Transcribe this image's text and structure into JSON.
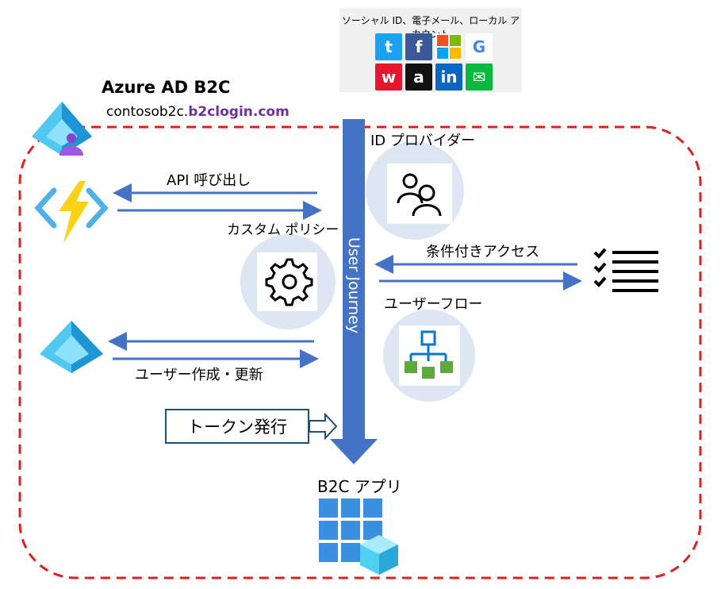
{
  "title": "Azure AD B2C",
  "domain_prefix": "contosob2c.",
  "domain_bold": "b2clogin.com",
  "social": {
    "title": "ソーシャル ID、電子メール、ローカル アカウント",
    "icons": [
      "twitter-icon",
      "facebook-icon",
      "microsoft-icon",
      "google-icon",
      "weibo-icon",
      "amazon-icon",
      "linkedin-icon",
      "wechat-icon"
    ]
  },
  "labels": {
    "id_provider": "ID プロバイダー",
    "api_call": "API 呼び出し",
    "custom_policy": "カスタム ポリシー",
    "conditional_access": "条件付きアクセス",
    "user_flow": "ユーザーフロー",
    "user_create_update": "ユーザー作成・更新",
    "token_issue": "トークン発行",
    "user_journey": "User Journey",
    "b2c_app": "B2C アプリ"
  },
  "colors": {
    "boundary": "#e02020",
    "arrow": "#4472c4",
    "journey": "#4472c4",
    "accent": "#7030a0",
    "circle": "#dde7f3",
    "lightning": "#fcd116",
    "azure": "#50c8f0"
  }
}
